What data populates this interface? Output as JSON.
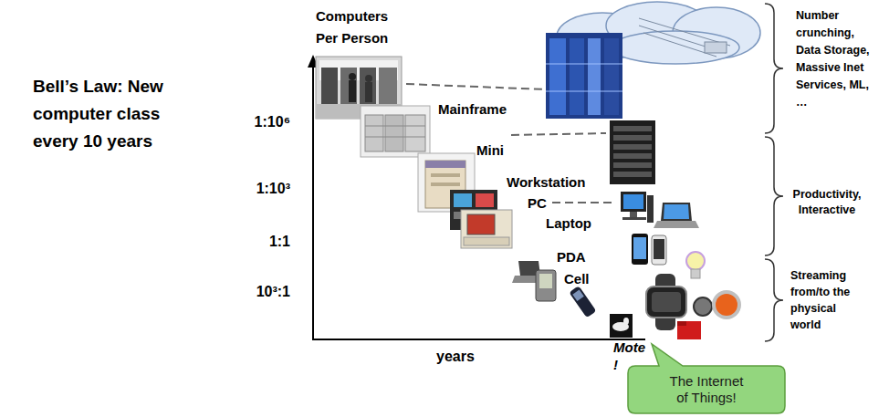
{
  "diagram": {
    "title": "Bell’s Law: New computer class every 10 years",
    "nodes": [
      {
        "text": [
          "The Internet of Things!"
        ]
      }
    ],
    "labels": [
      "Computers Per Person",
      "1:10⁶",
      "1:10³",
      "1:1",
      "10³:1",
      "years",
      "Mainframe",
      "Mini",
      "Workstation",
      "PC",
      "Laptop",
      "PDA",
      "Cell",
      "Mote !",
      "Number crunching, Data Storage, Massive Inet Services, ML, …",
      "Productivity, Interactive",
      "Streaming from/to the physical world"
    ]
  }
}
